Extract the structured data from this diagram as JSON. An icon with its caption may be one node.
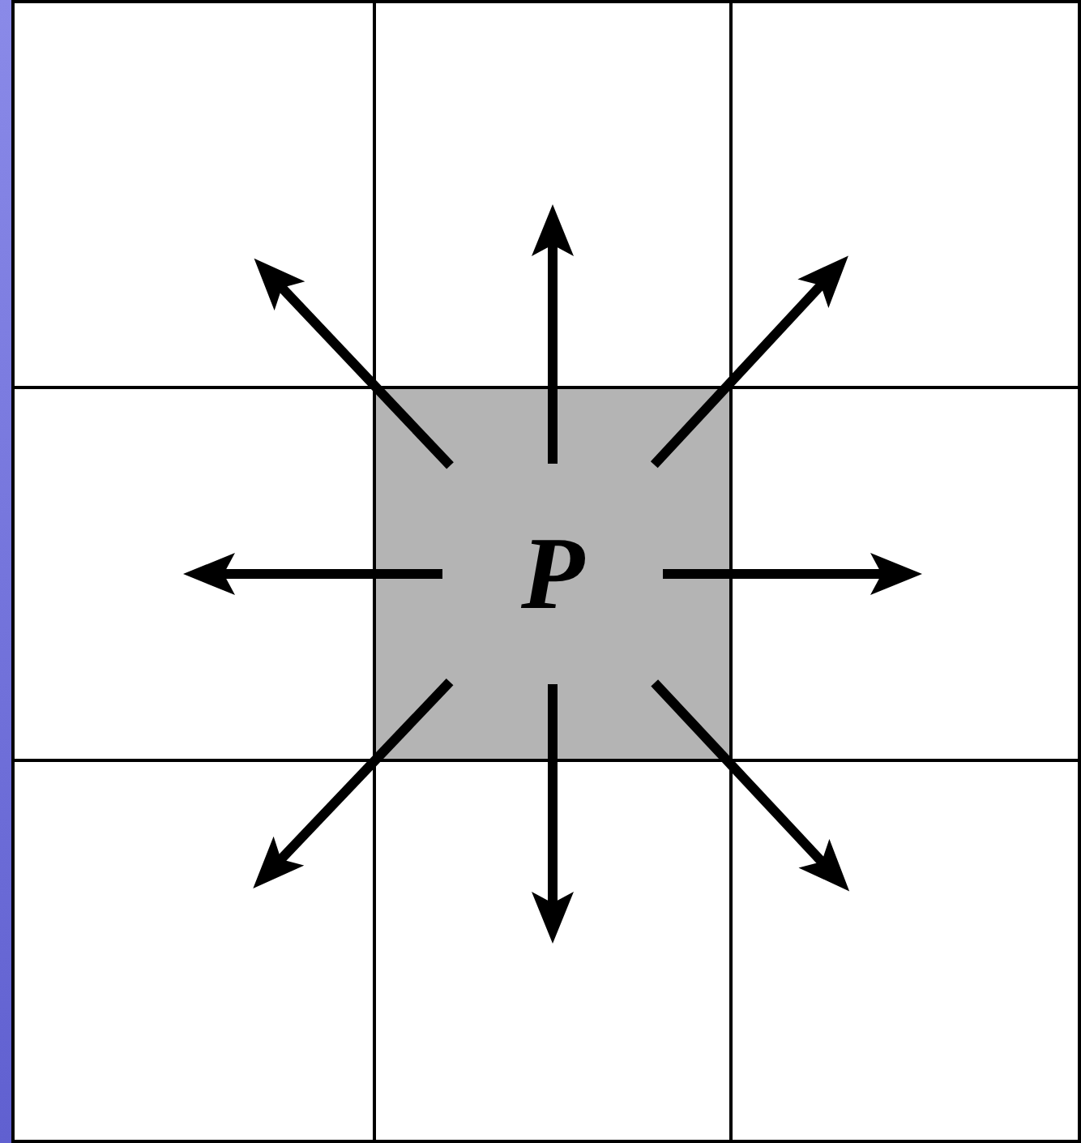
{
  "diagram": {
    "nodes": [
      {
        "text": [],
        "shape": "box"
      },
      {
        "text": [],
        "shape": "box"
      },
      {
        "text": [],
        "shape": "box"
      },
      {
        "text": [],
        "shape": "box"
      },
      {
        "text": [
          "P"
        ]
      },
      {
        "text": [],
        "shape": "box"
      },
      {
        "text": [],
        "shape": "box"
      },
      {
        "text": [],
        "shape": "box"
      },
      {
        "text": [],
        "shape": "box"
      }
    ],
    "edges": [
      {
        "from": 4,
        "to": 0,
        "arrow": "to"
      },
      {
        "from": 4,
        "to": 1,
        "arrow": "to"
      },
      {
        "from": 4,
        "to": 2,
        "arrow": "to"
      },
      {
        "from": 4,
        "to": 3,
        "arrow": "to"
      },
      {
        "from": 4,
        "to": 5,
        "arrow": "to"
      },
      {
        "from": 4,
        "to": 6,
        "arrow": "to"
      },
      {
        "from": 4,
        "to": 7,
        "arrow": "to"
      },
      {
        "from": 4,
        "to": 8,
        "arrow": "to"
      }
    ]
  }
}
